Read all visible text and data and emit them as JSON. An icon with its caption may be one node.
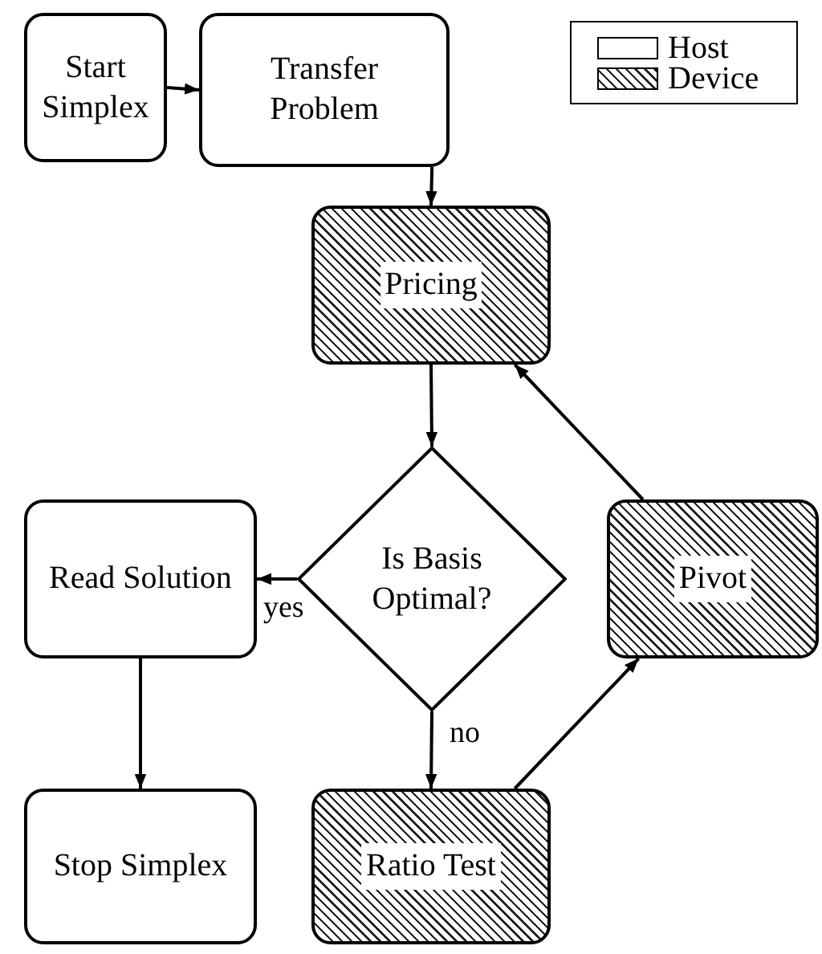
{
  "diagram": {
    "nodes": [
      {
        "text": [
          "Start Simplex"
        ]
      },
      {
        "text": [
          "Transfer Problem"
        ]
      },
      {
        "text": [
          "Pricing"
        ]
      },
      {
        "text": [
          "Is Basis Optimal?"
        ]
      },
      {
        "text": [
          "Read Solution"
        ]
      },
      {
        "text": [
          "Pivot"
        ]
      },
      {
        "text": [
          "Stop Simplex"
        ]
      },
      {
        "text": [
          "Ratio Test"
        ]
      }
    ],
    "edges": [
      {
        "from": 0,
        "to": 1,
        "arrow": "to"
      },
      {
        "from": 1,
        "to": 2,
        "arrow": "to"
      },
      {
        "from": 2,
        "to": 3,
        "arrow": "to"
      },
      {
        "from": 3,
        "to": 4,
        "arrow": "to",
        "label": "yes"
      },
      {
        "from": 3,
        "to": 7,
        "arrow": "to",
        "label": "no"
      },
      {
        "from": 7,
        "to": 5,
        "arrow": "to"
      },
      {
        "from": 5,
        "to": 2,
        "arrow": "to"
      },
      {
        "from": 4,
        "to": 6,
        "arrow": "to"
      }
    ],
    "legend": [
      {
        "text": "Host"
      },
      {
        "text": "Device"
      }
    ]
  }
}
